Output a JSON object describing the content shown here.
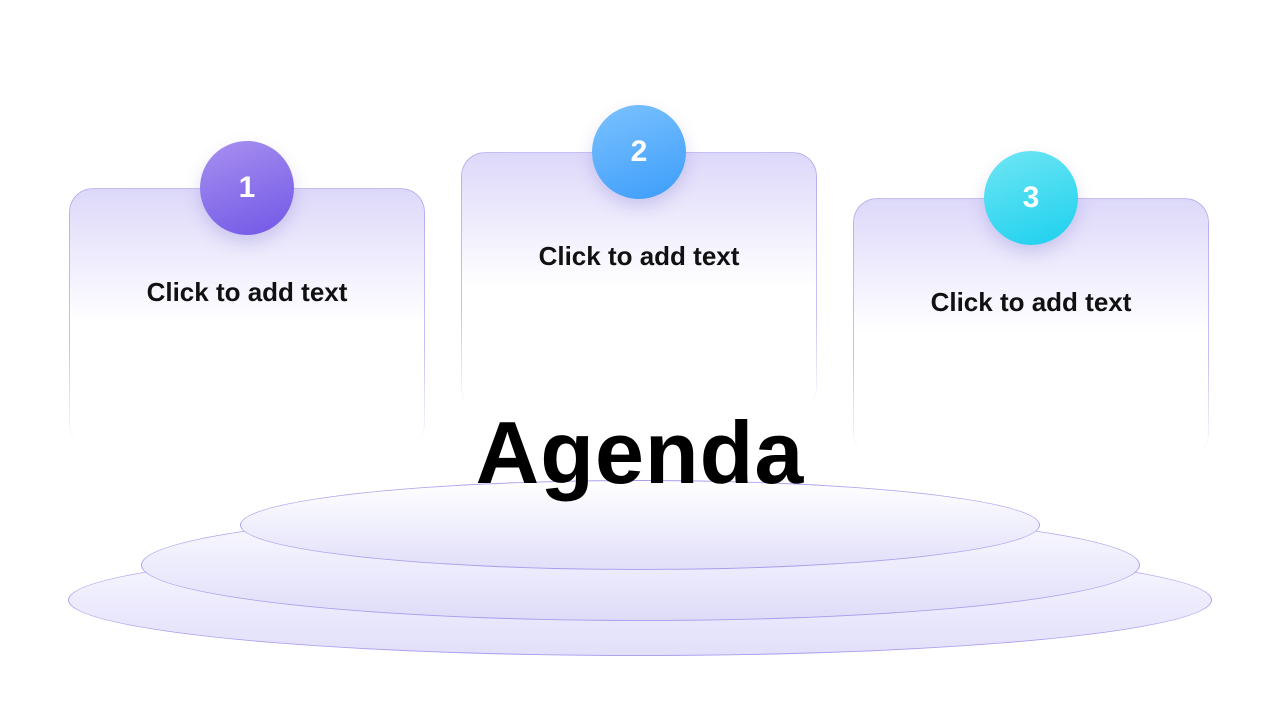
{
  "title": "Agenda",
  "items": [
    {
      "number": "1",
      "text": "Click to add text",
      "color_from": "#a890f0",
      "color_to": "#7157e6"
    },
    {
      "number": "2",
      "text": "Click to add text",
      "color_from": "#7cc2ff",
      "color_to": "#3c9dfa"
    },
    {
      "number": "3",
      "text": "Click to add text",
      "color_from": "#6fe6f4",
      "color_to": "#1cd0ee"
    }
  ],
  "colors": {
    "card_tint": "#ddd8fa",
    "outline": "#9687eb",
    "title": "#000000"
  }
}
